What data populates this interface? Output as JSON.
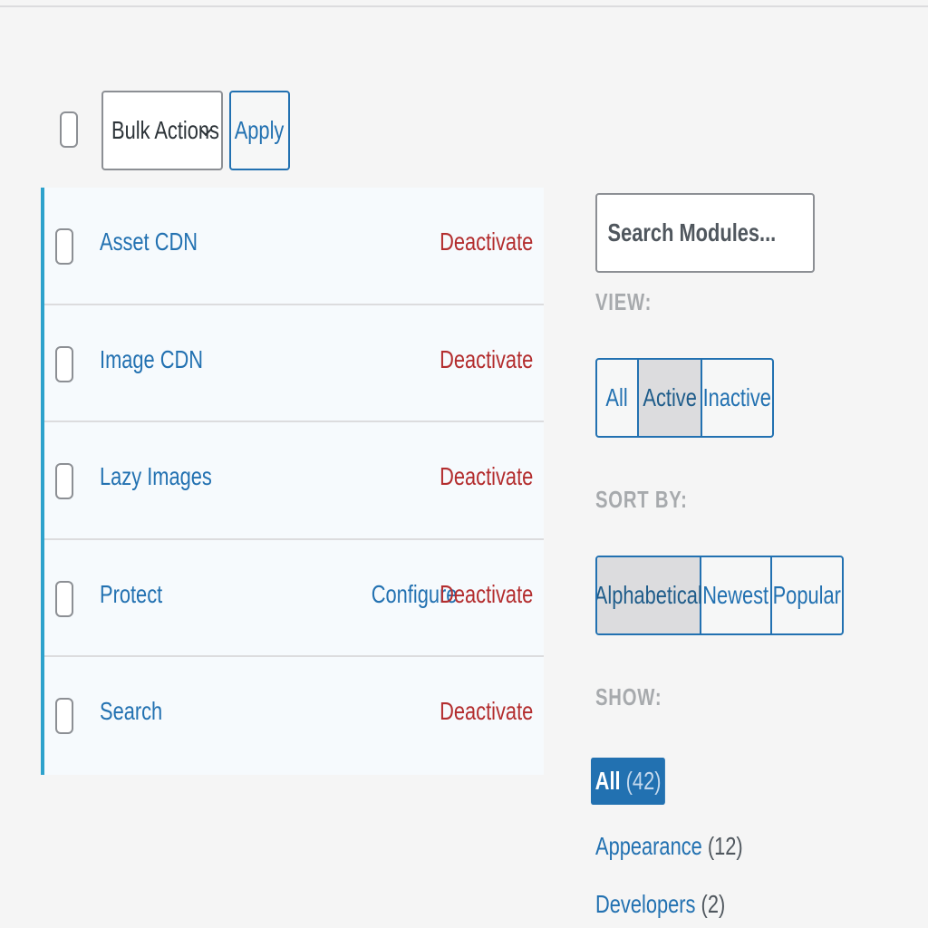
{
  "bulk": {
    "select_label": "Bulk Actions",
    "apply_label": "Apply"
  },
  "modules": [
    {
      "name": "Asset CDN",
      "deactivate": "Deactivate"
    },
    {
      "name": "Image CDN",
      "deactivate": "Deactivate"
    },
    {
      "name": "Lazy Images",
      "deactivate": "Deactivate"
    },
    {
      "name": "Protect",
      "configure": "Configure",
      "deactivate": "Deactivate"
    },
    {
      "name": "Search",
      "deactivate": "Deactivate"
    }
  ],
  "sidebar": {
    "search_placeholder": "Search Modules...",
    "view_label": "VIEW:",
    "view_options": [
      "All",
      "Active",
      "Inactive"
    ],
    "view_selected": "Active",
    "sort_label": "SORT BY:",
    "sort_options": [
      "Alphabetical",
      "Newest",
      "Popular"
    ],
    "sort_selected": "Alphabetical",
    "show_label": "SHOW:",
    "show_items": [
      {
        "name": "All",
        "count": "(42)"
      },
      {
        "name": "Appearance",
        "count": "(12)"
      },
      {
        "name": "Developers",
        "count": "(2)"
      }
    ],
    "show_selected": "All"
  },
  "colors": {
    "accent": "#2271b1",
    "danger": "#b32d2e",
    "active_border": "#2ea2cc",
    "muted_label": "#a7aaad"
  },
  "icons": [
    "checkbox-icon",
    "chevron-down-icon"
  ]
}
